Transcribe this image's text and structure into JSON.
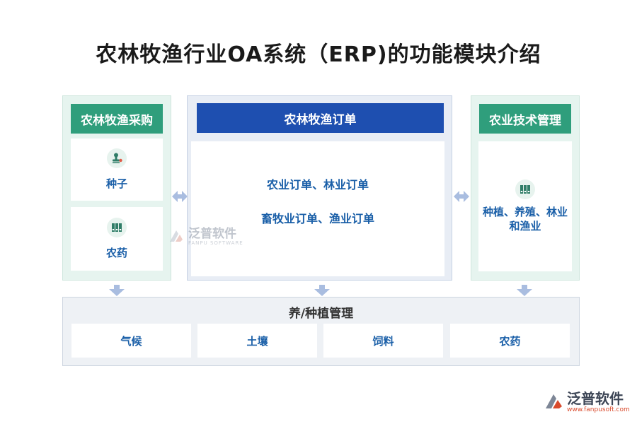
{
  "title": "农林牧渔行业OA系统（ERP)的功能模块介绍",
  "left_panel": {
    "header": "农林牧渔采购",
    "items": [
      {
        "label": "种子",
        "icon": "stamp-icon"
      },
      {
        "label": "农药",
        "icon": "binders-icon"
      }
    ]
  },
  "center_panel": {
    "header": "农林牧渔订单",
    "lines": [
      "农业订单、林业订单",
      "畜牧业订单、渔业订单"
    ]
  },
  "right_panel": {
    "header": "农业技术管理",
    "item": {
      "label": "种植、养殖、林业和渔业",
      "icon": "binders-icon"
    }
  },
  "bottom_panel": {
    "title": "养/种植管理",
    "items": [
      "气候",
      "土壤",
      "饲料",
      "农药"
    ]
  },
  "watermark": {
    "name": "泛普软件",
    "sub": "FANPU SOFTWARE",
    "url": "www.fanpusoft.com"
  },
  "colors": {
    "green_header": "#2f9e7c",
    "blue_header": "#1e4fb0",
    "label_blue": "#1a5fa8",
    "arrow": "#a9bde0"
  }
}
